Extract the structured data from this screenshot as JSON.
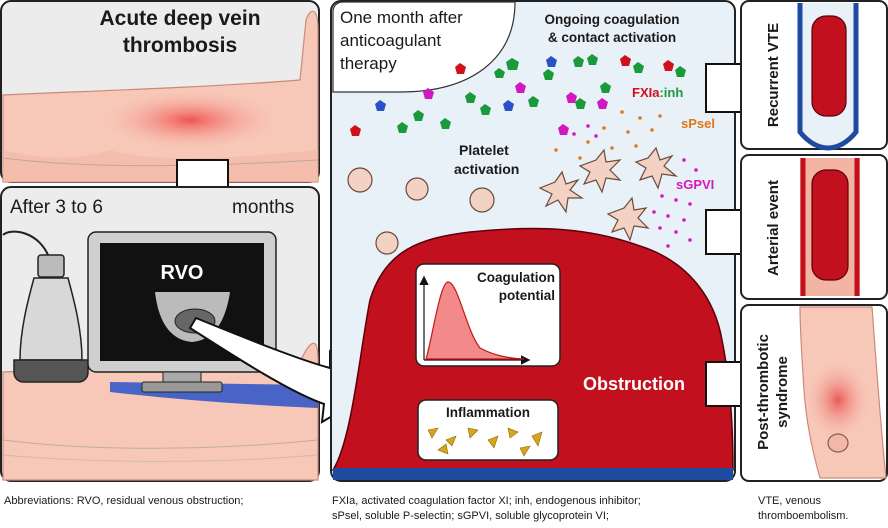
{
  "panel_left_top": {
    "title_line1": "Acute deep vein",
    "title_line2": "thrombosis"
  },
  "panel_left_bottom": {
    "after_label": "After 3 to 6",
    "months_label": "months",
    "monitor_label": "RVO"
  },
  "panel_center": {
    "time_line1": "One month after",
    "time_line2": "anticoagulant",
    "time_line3": "therapy",
    "coag_line1": "Ongoing coagulation",
    "coag_line2": "& contact activation",
    "fxia_label": "FXIa",
    "inh_label": ":inh",
    "spsel_label": "sPsel",
    "platelet_line1": "Platelet",
    "platelet_line2": "activation",
    "sgpvi_label": "sGPVI",
    "coag_potential_line1": "Coagulation",
    "coag_potential_line2": "potential",
    "inflammation_label": "Inflammation",
    "obstruction_label": "Obstruction"
  },
  "outcomes": {
    "recurrent": "Recurrent VTE",
    "arterial": "Arterial event",
    "pts_line1": "Post-thrombotic",
    "pts_line2": "syndrome"
  },
  "abbreviations": {
    "col1": "Abbreviations: RVO, residual venous obstruction;",
    "col2_line1": "FXIa, activated coagulation factor XI; inh, endogenous inhibitor;",
    "col2_line2": "sPsel, soluble P-selectin; sGPVI, soluble glycoprotein VI;",
    "col3_line1": "VTE, venous",
    "col3_line2": "thromboembolism."
  },
  "colors": {
    "clot_red": "#c2101e",
    "skin": "#f7c8b8",
    "blue_vessel": "#1e4aa0",
    "panel_bg": "#e8f0f8",
    "fxia_red": "#d0101a",
    "inh_green": "#1a9a3a",
    "spsel_orange": "#e07818",
    "sgpvi_magenta": "#d418c0"
  }
}
